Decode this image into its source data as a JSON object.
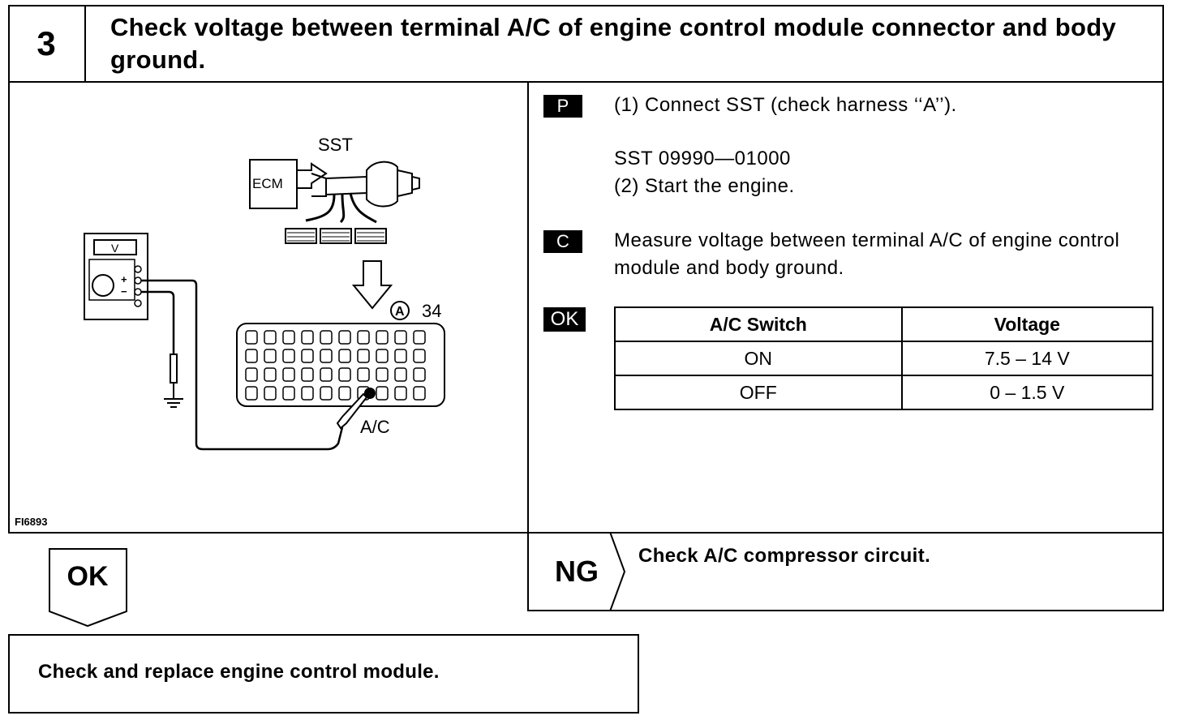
{
  "header": {
    "step_number": "3",
    "title": "Check voltage between terminal A/C of engine control module connector and body ground."
  },
  "figure": {
    "id": "FI6893",
    "sst_label": "SST",
    "ecm_label": "ECM",
    "meter_label": "V",
    "connector_label": "34",
    "terminal_label": "A/C"
  },
  "procedure": {
    "p_tag": "P",
    "step1": "(1)  Connect SST (check harness ‘‘A’’).",
    "sst_number": "SST 09990—01000",
    "step2": "(2)  Start the engine.",
    "c_tag": "C",
    "measure": "Measure voltage between terminal A/C of engine control module and body ground.",
    "ok_tag": "OK"
  },
  "spec_table": {
    "headers": [
      "A/C Switch",
      "Voltage"
    ],
    "rows": [
      [
        "ON",
        "7.5  –  14 V"
      ],
      [
        "OFF",
        "0  –  1.5 V"
      ]
    ]
  },
  "results": {
    "ng_label": "NG",
    "ng_action": "Check A/C compressor circuit.",
    "ok_label": "OK",
    "ok_action": "Check and replace engine control module."
  }
}
